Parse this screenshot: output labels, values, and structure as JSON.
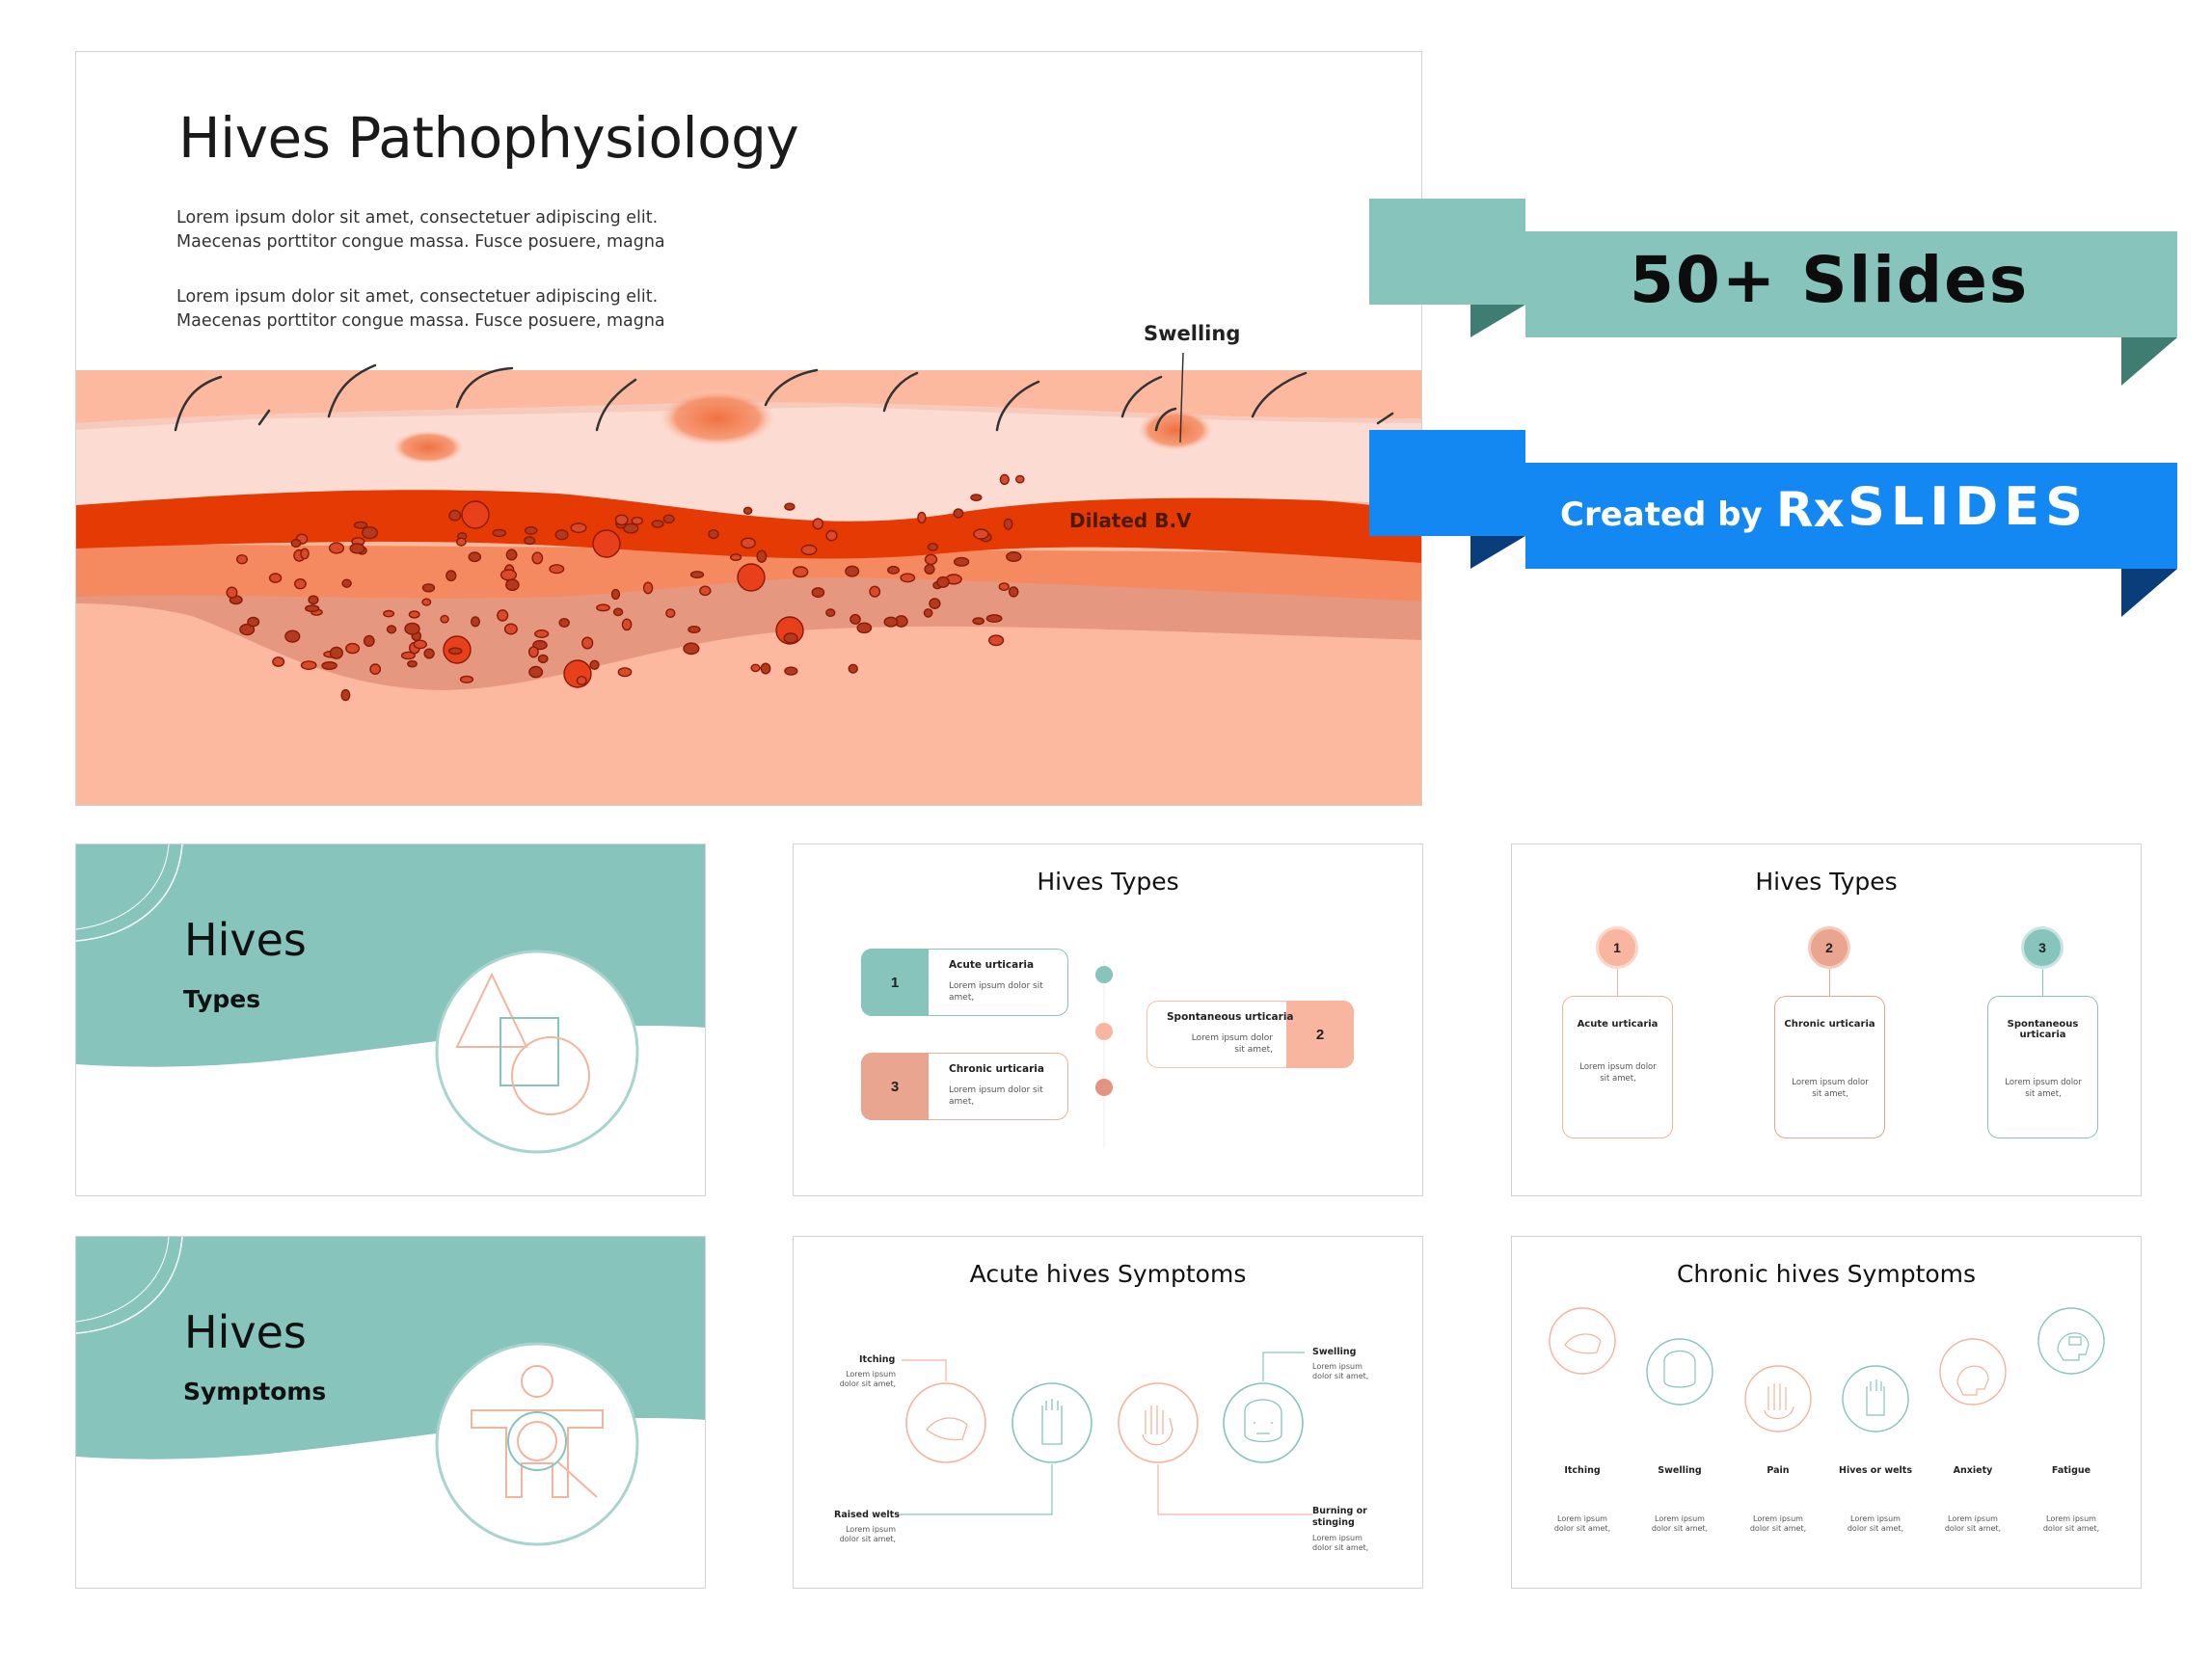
{
  "hero": {
    "title": "Hives Pathophysiology",
    "para1": "Lorem ipsum dolor sit amet, consectetuer adipiscing elit. Maecenas porttitor congue massa. Fusce posuere, magna",
    "para2": "Lorem ipsum dolor sit amet, consectetuer adipiscing elit. Maecenas porttitor congue massa. Fusce posuere, magna",
    "label_swelling": "Swelling",
    "label_dilated": "Dilated B.V"
  },
  "ribbons": {
    "teal_text": "50+ Slides",
    "blue_text": "Created by",
    "brand_rx": "Rx",
    "brand_slides": "SLIDES"
  },
  "slides": {
    "types_title": {
      "title": "Hives",
      "subtitle": "Types"
    },
    "types_list": {
      "heading": "Hives Types",
      "items": [
        {
          "num": "1",
          "name": "Acute urticaria",
          "desc": "Lorem ipsum dolor sit amet,"
        },
        {
          "num": "3",
          "name": "Chronic urticaria",
          "desc": "Lorem ipsum dolor sit amet,"
        },
        {
          "num": "2",
          "name": "Spontaneous urticaria",
          "desc": "Lorem ipsum dolor sit amet,"
        }
      ]
    },
    "types_cards": {
      "heading": "Hives Types",
      "cards": [
        {
          "num": "1",
          "name": "Acute urticaria",
          "desc": "Lorem ipsum dolor sit amet,"
        },
        {
          "num": "2",
          "name": "Chronic urticaria",
          "desc": "Lorem ipsum dolor sit amet,"
        },
        {
          "num": "3",
          "name": "Spontaneous urticaria",
          "desc": "Lorem ipsum dolor sit amet,"
        }
      ]
    },
    "symptoms_title": {
      "title": "Hives",
      "subtitle": "Symptoms"
    },
    "acute_symptoms": {
      "heading": "Acute hives Symptoms",
      "items": [
        {
          "name": "Itching",
          "desc": "Lorem ipsum dolor sit amet,"
        },
        {
          "name": "Raised welts",
          "desc": "Lorem ipsum dolor sit amet,"
        },
        {
          "name": "Swelling",
          "desc": "Lorem ipsum dolor sit amet,"
        },
        {
          "name": "Burning or stinging",
          "desc": "Lorem ipsum dolor sit amet,"
        }
      ]
    },
    "chronic_symptoms": {
      "heading": "Chronic hives Symptoms",
      "items": [
        {
          "name": "Itching",
          "desc": "Lorem ipsum dolor sit amet,"
        },
        {
          "name": "Swelling",
          "desc": "Lorem ipsum dolor sit amet,"
        },
        {
          "name": "Pain",
          "desc": "Lorem ipsum dolor sit amet,"
        },
        {
          "name": "Hives or welts",
          "desc": "Lorem ipsum dolor sit amet,"
        },
        {
          "name": "Anxiety",
          "desc": "Lorem ipsum dolor sit amet,"
        },
        {
          "name": "Fatigue",
          "desc": "Lorem ipsum dolor sit amet,"
        }
      ]
    }
  },
  "colors": {
    "teal": "#86c4bc",
    "salmon": "#f4b39c",
    "blue": "#1488f2",
    "navy": "#0a3e7a",
    "skin": "#fcd7cc",
    "vessel": "#e63a05"
  }
}
